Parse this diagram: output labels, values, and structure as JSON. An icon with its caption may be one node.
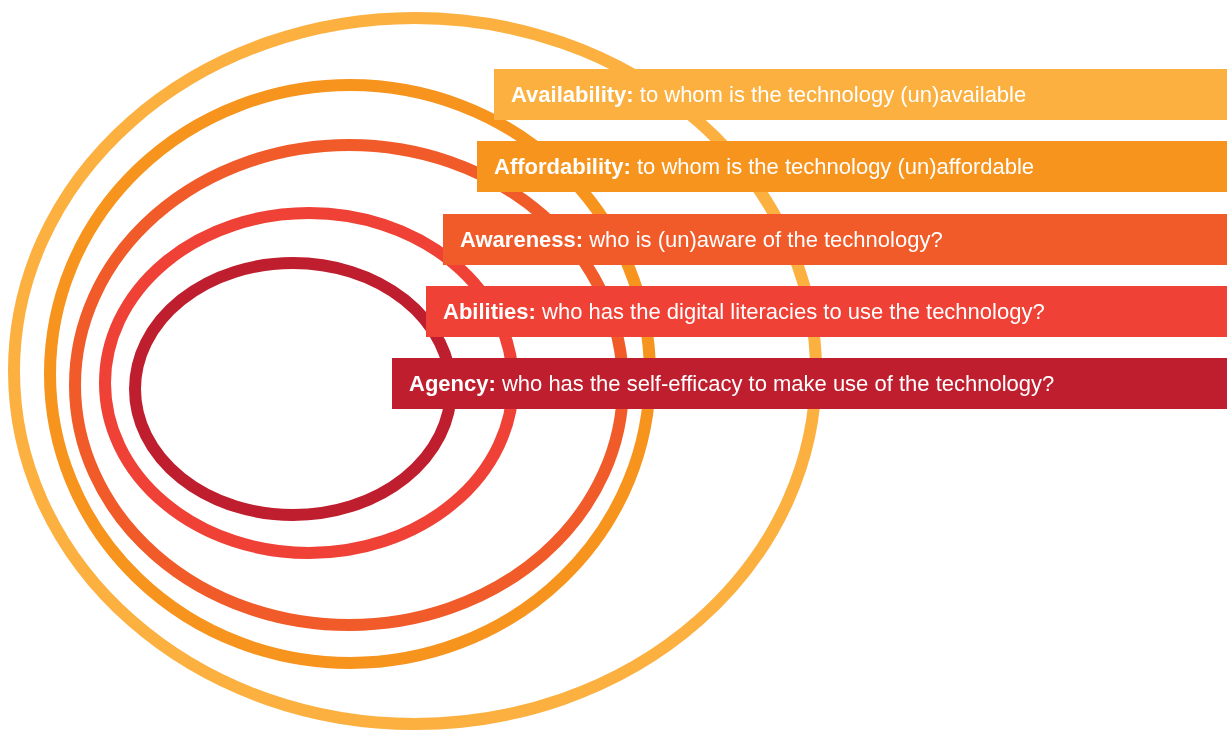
{
  "diagram": {
    "nodes": [
      {
        "text": [
          "**Availability:** to whom is the technology (un)available"
        ]
      },
      {
        "text": [
          "**Affordability:** to whom is the technology (un)affordable"
        ]
      },
      {
        "text": [
          "**Awareness:** who is (un)aware of the technology?"
        ]
      },
      {
        "text": [
          "**Abilities:** who has the digital literacies to use the technology?"
        ]
      },
      {
        "text": [
          "**Agency:** who has the self-efficacy to make use of the technology?"
        ]
      }
    ]
  }
}
